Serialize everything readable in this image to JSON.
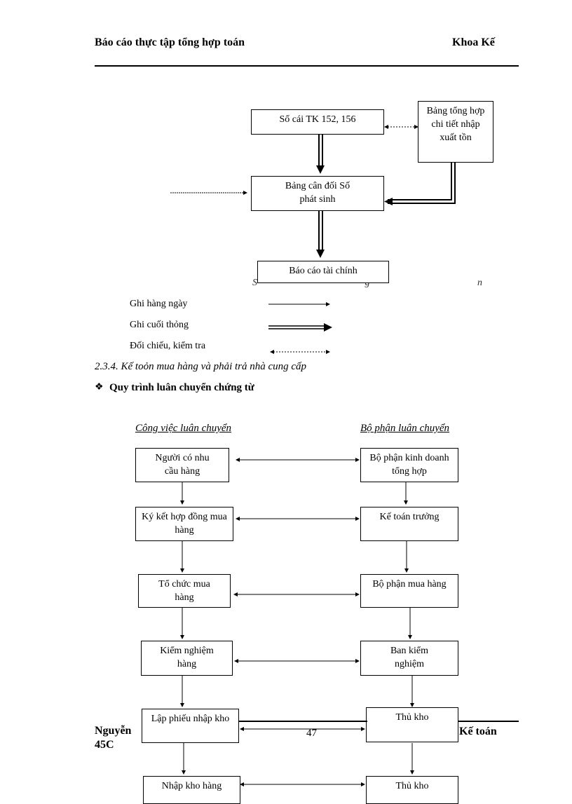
{
  "header": {
    "left": "Báo cáo thực tập tổng hợp toán",
    "right": "Khoa Kế"
  },
  "top_diagram": {
    "ledger": "Sổ cái TK 152, 156",
    "summary": "Bảng tổng hợp chi tiết nhập xuất tồn",
    "balance": "Bảng cân đối Số phát sinh",
    "report": "Báo cáo tài chính",
    "hidden_caption": "S g n"
  },
  "legend": {
    "daily": "Ghi hàng ngày",
    "period_end": "Ghi cuối thỏng",
    "reconcile": "Đối chiếu, kiểm tra"
  },
  "section": {
    "heading": "2.3.4. Kế toỏn mua hàng và phải trả nhà cung cấp",
    "bullet": "❖",
    "subheading": "Quy trình luân chuyển chứng từ"
  },
  "flow": {
    "left_title": "Công việc luân chuyển",
    "right_title": "Bộ phận luân chuyển",
    "left": [
      "Người có nhu cầu hàng",
      "Ký kết hợp đồng mua hàng",
      "Tổ chức mua hàng",
      "Kiểm nghiệm hàng",
      "Lập phiếu nhập kho",
      "Nhập kho hàng"
    ],
    "right": [
      "Bộ phận kinh doanh tổng hợp",
      "Kế toán trưởng",
      "Bộ phận mua hàng",
      "Ban kiểm nghiệm",
      "Thủ kho",
      "Thủ kho"
    ]
  },
  "footer": {
    "left": "Nguyễn 45C",
    "page": "47",
    "right": "Kế toán"
  }
}
